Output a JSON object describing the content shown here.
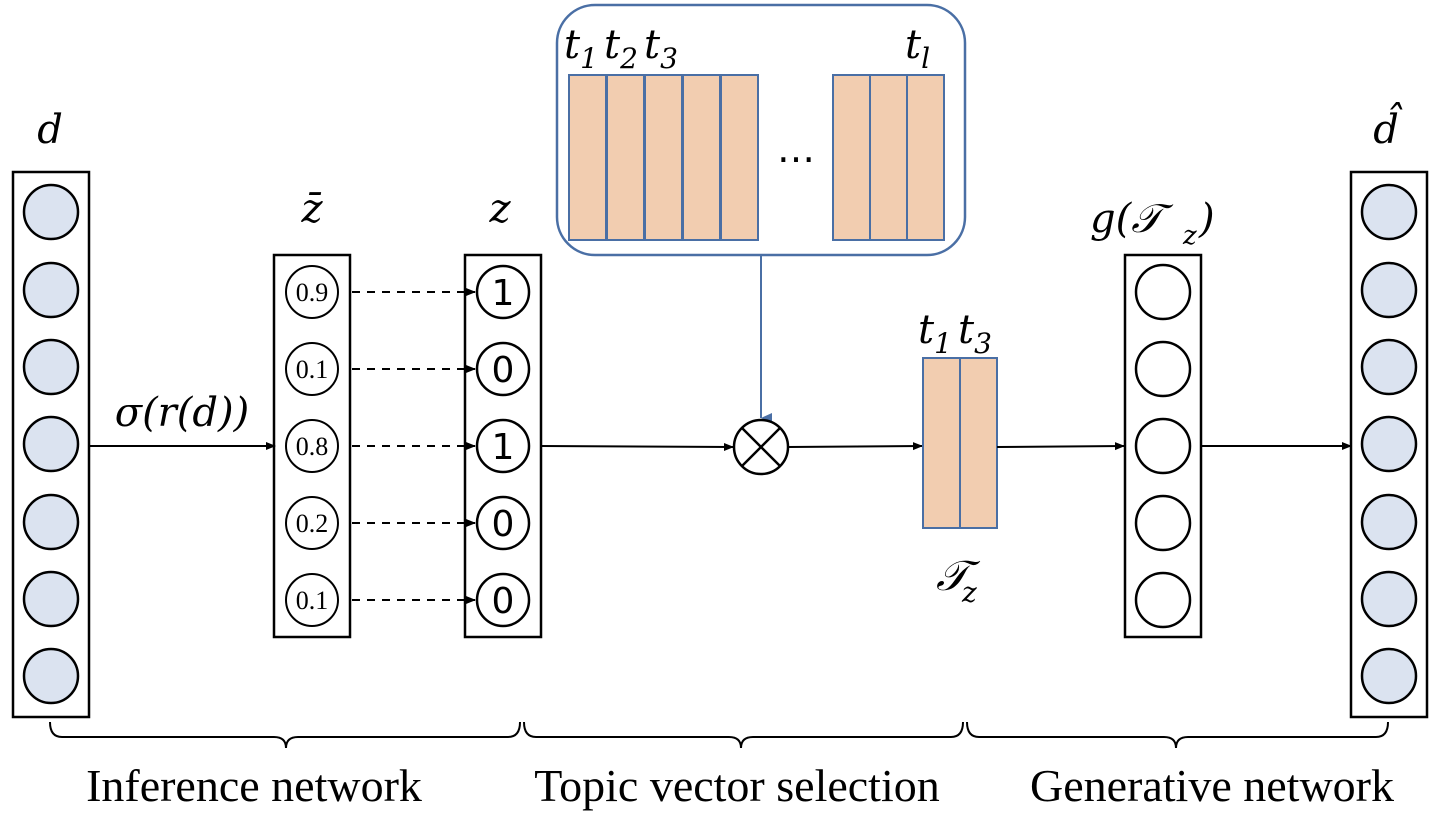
{
  "labels": {
    "d": "d",
    "d_hat": "d̂",
    "z_bar": "z̄",
    "z": "z",
    "sigma_r_d": "σ(r(d))",
    "g_T_z": "g(𝒯z)",
    "T_z": "𝒯z",
    "topics_t1": "t1",
    "topics_t2": "t2",
    "topics_t3": "t3",
    "topics_tl": "tl",
    "ellipsis": "…",
    "selected_t1": "t1",
    "selected_t3": "t3"
  },
  "z_bar_values": [
    "0.9",
    "0.1",
    "0.8",
    "0.2",
    "0.1"
  ],
  "z_values": [
    "1",
    "0",
    "1",
    "0",
    "0"
  ],
  "sections": {
    "inference": "Inference network",
    "topic_selection": "Topic vector selection",
    "generative": "Generative network"
  },
  "colors": {
    "node_fill": "#dbe3f0",
    "topic_fill": "#f2cdb0",
    "topic_stroke": "#4a6fa5",
    "box_stroke": "#4a6fa5"
  }
}
